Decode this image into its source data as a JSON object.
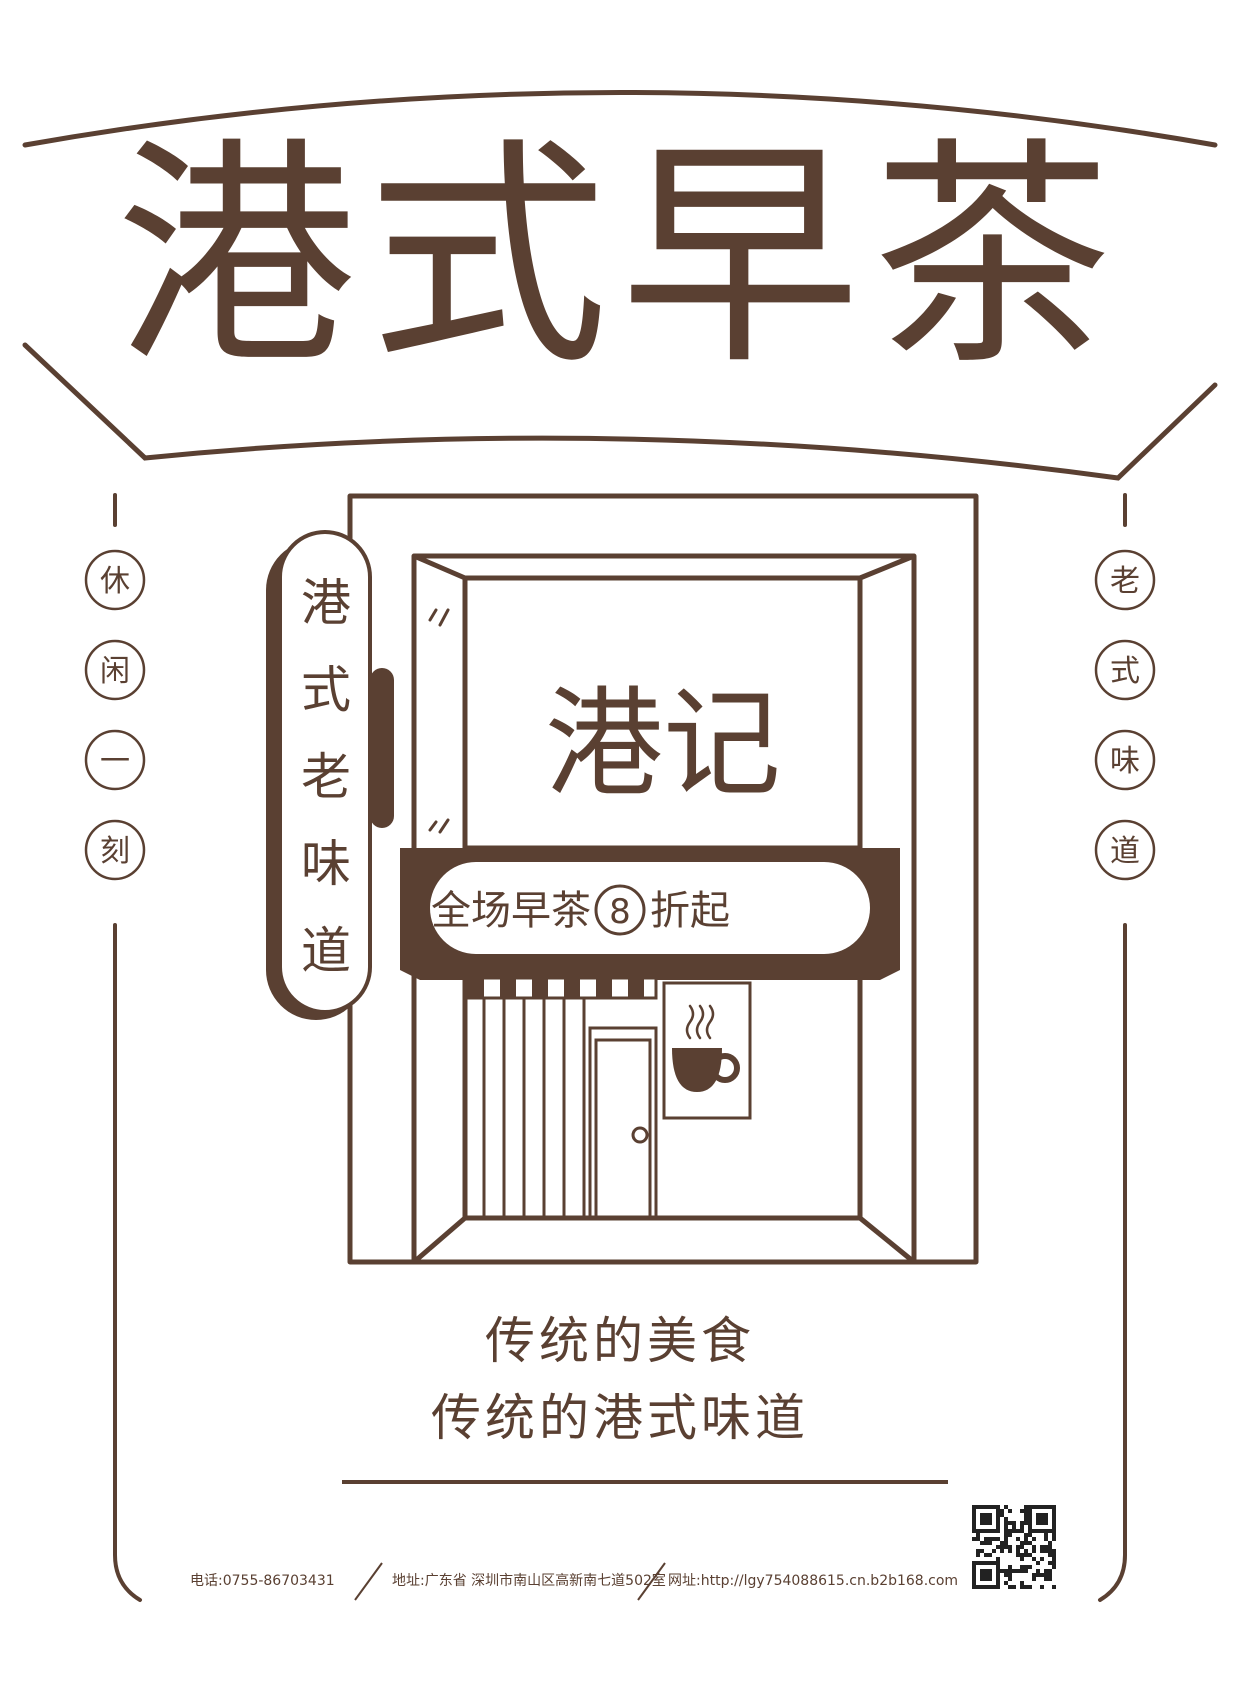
{
  "title": "港式早茶",
  "side_left": [
    "休",
    "闲",
    "一",
    "刻"
  ],
  "side_right": [
    "老",
    "式",
    "味",
    "道"
  ],
  "sign_vertical": [
    "港",
    "式",
    "老",
    "味",
    "道"
  ],
  "shop_name": "港记",
  "promo": {
    "before": "全场早茶",
    "number": "8",
    "after": "折起"
  },
  "slogan_line1": "传统的美食",
  "slogan_line2": "传统的港式味道",
  "footer": {
    "phone": "电话:0755-86703431",
    "address": "地址:广东省 深圳市南山区高新南七道502室",
    "website": "网址:http://lgy754088615.cn.b2b168.com"
  },
  "colors": {
    "primary": "#5a4032",
    "background": "#ffffff"
  }
}
